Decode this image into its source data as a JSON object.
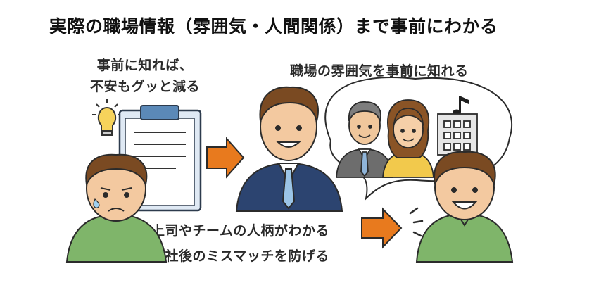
{
  "title": "実際の職場情報（雰囲気・人間関係）まで事前にわかる",
  "left_caption": {
    "line1": "事前に知れば、",
    "line2": "不安もグッと減る"
  },
  "right_caption": "職場の雰囲気を事前に知れる",
  "bottom_caption": {
    "line1": "上司やチームの人柄がわかる",
    "line2": "入社後のミスマッチを防げる"
  },
  "icons": {
    "idea": "lightbulb-icon",
    "document": "clipboard-icon",
    "music": "music-note-icon",
    "company": "office-building-icon"
  },
  "colors": {
    "arrow": "#e87a1e",
    "suit": "#2c4470",
    "shirt": "#7fb56a",
    "skin": "#f3c9a0",
    "hair": "#7a4a22",
    "clipboard": "#5b89b8"
  }
}
